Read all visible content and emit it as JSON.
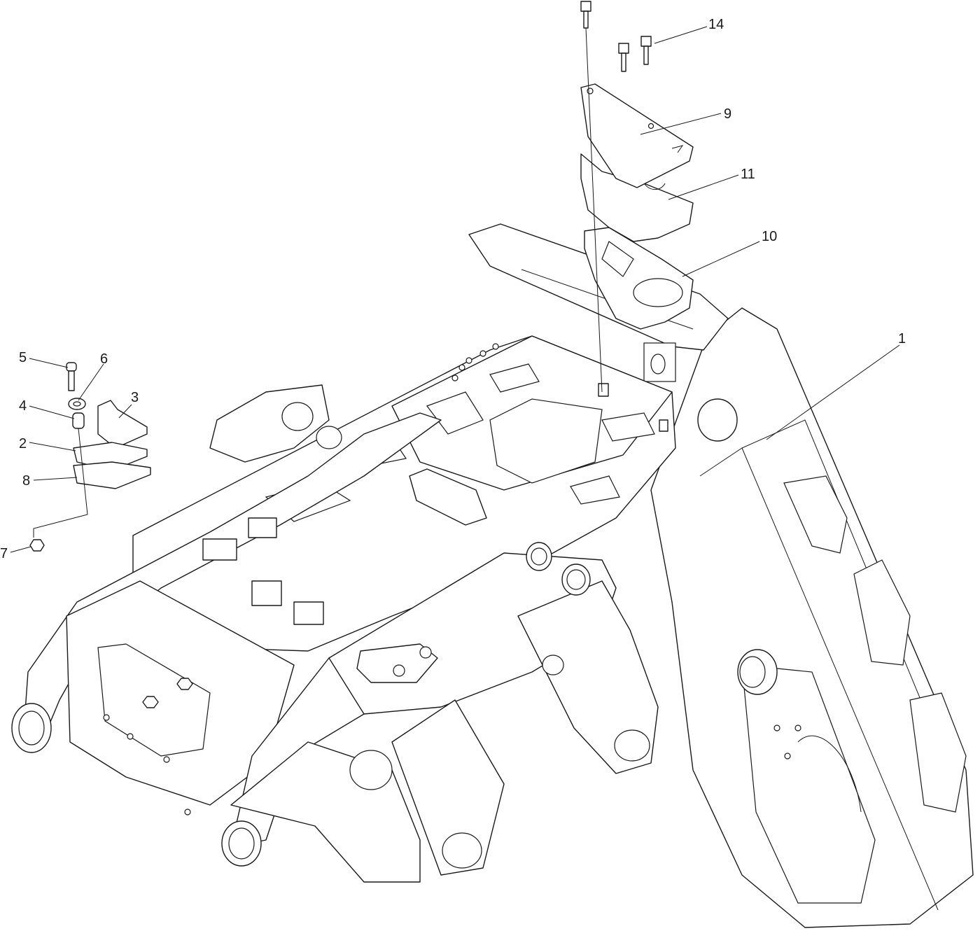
{
  "callouts": {
    "c1": "1",
    "c2": "2",
    "c3": "3",
    "c4": "4",
    "c5": "5",
    "c6": "6",
    "c7": "7",
    "c8": "8",
    "c9": "9",
    "c10": "10",
    "c11": "11",
    "c14": "14"
  }
}
